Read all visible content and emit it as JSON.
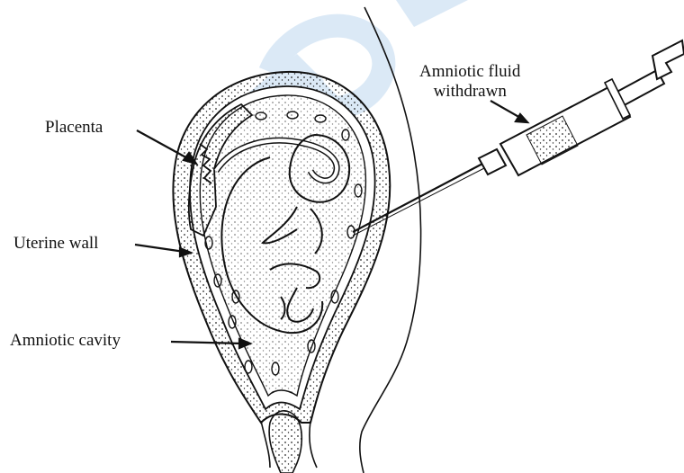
{
  "labels": {
    "placenta": "Placenta",
    "uterine_wall": "Uterine wall",
    "amniotic_cavity": "Amniotic cavity",
    "fluid_line1": "Amniotic fluid",
    "fluid_line2": "withdrawn"
  },
  "colors": {
    "ink": "#111111",
    "watermark": "#dbe9f6"
  },
  "icons": {
    "syringe": "syringe-icon",
    "needle": "needle-icon"
  }
}
